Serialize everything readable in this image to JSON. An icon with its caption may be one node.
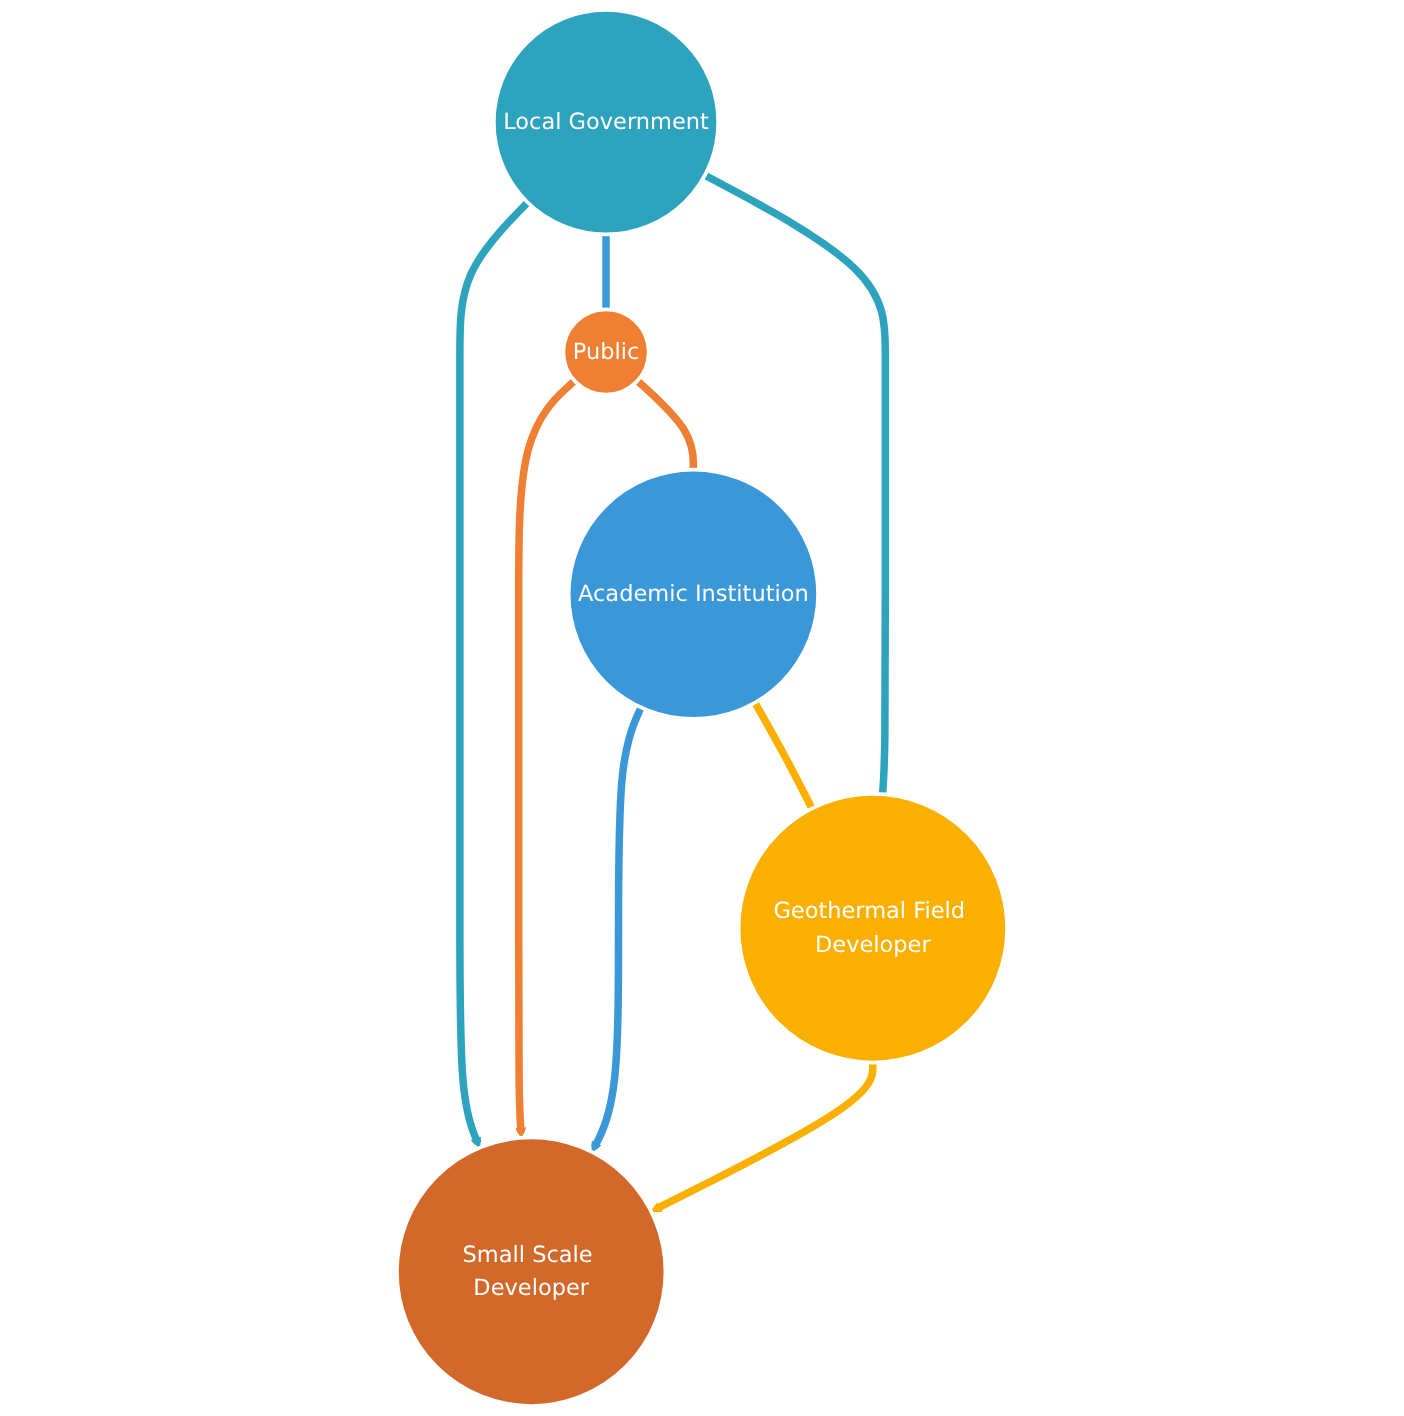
{
  "diagram": {
    "nodes": [
      {
        "text": [
          "Local Government"
        ]
      },
      {
        "text": [
          "Geothermal Field Developer"
        ]
      },
      {
        "text": [
          "Small Scale Developer"
        ]
      },
      {
        "text": [
          "Public"
        ]
      },
      {
        "text": [
          "Academic Institution"
        ]
      }
    ],
    "edges": [
      {
        "from": 0,
        "to": 2,
        "arrow": "to",
        "color": "#2ea3bd"
      },
      {
        "from": 1,
        "to": 2,
        "arrow": "to",
        "color": "#fbaf00"
      },
      {
        "from": 3,
        "to": 2,
        "arrow": "to",
        "color": "#ef7f33"
      },
      {
        "from": 4,
        "to": 2,
        "arrow": "to",
        "color": "#3a97d8"
      },
      {
        "from": 0,
        "to": 3,
        "arrow": "none",
        "color": "#3a9ad9"
      },
      {
        "from": 3,
        "to": 4,
        "arrow": "none",
        "color": "#ef7f33"
      },
      {
        "from": 4,
        "to": 1,
        "arrow": "none",
        "color": "#fbaf00"
      },
      {
        "from": 1,
        "to": 0,
        "arrow": "none",
        "color": "#2ea3bd"
      }
    ]
  }
}
